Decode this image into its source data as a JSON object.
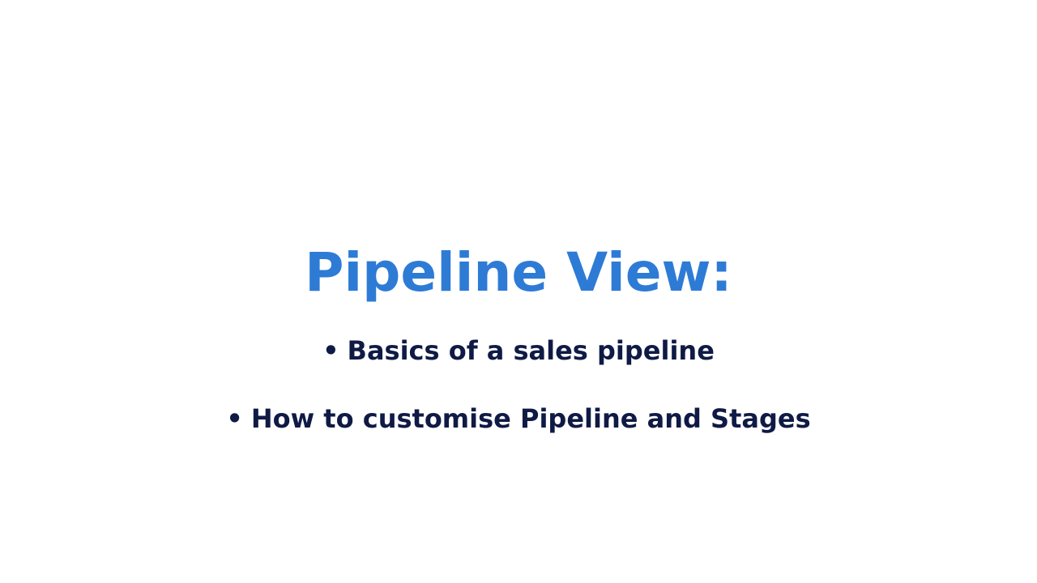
{
  "slide": {
    "title": "Pipeline View:",
    "bullets": [
      {
        "marker": "•",
        "text": "Basics of a sales pipeline"
      },
      {
        "marker": "•",
        "text": "How to customise Pipeline and Stages"
      }
    ],
    "colors": {
      "background": "#ffffff",
      "title": "#2e7bd6",
      "bullet_text": "#0f1a45"
    }
  }
}
